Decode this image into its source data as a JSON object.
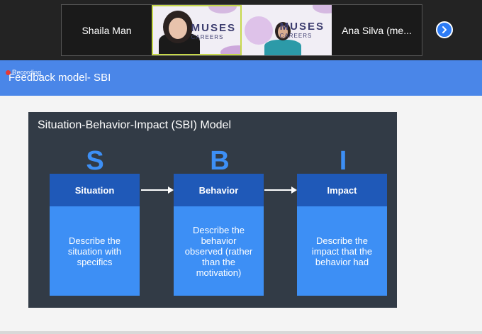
{
  "participants": [
    {
      "name": "Shaila Man",
      "kind": "name"
    },
    {
      "kind": "video",
      "brand_big": "MUSES",
      "brand_small": "CAREERS"
    },
    {
      "kind": "video",
      "brand_big": "MUSES",
      "brand_small": "CAREERS"
    },
    {
      "name": "Ana Silva (me...",
      "kind": "name"
    }
  ],
  "next_icon": "chevron-right-icon",
  "recording": {
    "label": "Recording"
  },
  "slide": {
    "title": "Feedback model- SBI",
    "model_title": "Situation-Behavior-Impact (SBI) Model",
    "columns": [
      {
        "letter": "S",
        "heading": "Situation",
        "body": "Describe the situation with specifics"
      },
      {
        "letter": "B",
        "heading": "Behavior",
        "body": "Describe the behavior observed (rather than the motivation)"
      },
      {
        "letter": "I",
        "heading": "Impact",
        "body": "Describe the impact that the behavior had"
      }
    ]
  },
  "colors": {
    "header_blue": "#4a86e8",
    "panel_dark": "#323b46",
    "column_head": "#1f59b8",
    "column_body": "#3d8ff5",
    "recording_red": "#e53935"
  }
}
